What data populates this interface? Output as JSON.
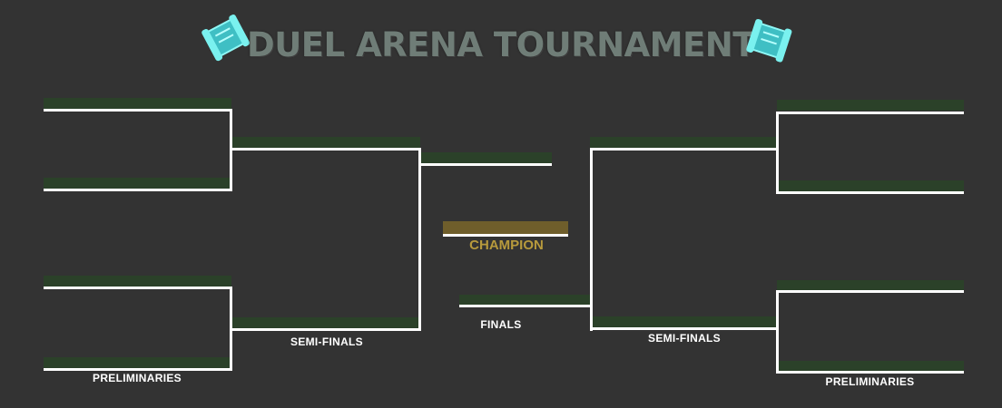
{
  "title": "DUEL ARENA TOURNAMENT",
  "icons": {
    "left": "scroll-banner-icon",
    "right": "scroll-banner-icon"
  },
  "colors": {
    "background": "#333333",
    "slot": "#2b4129",
    "line": "#ffffff",
    "champion_bar": "#6f5e2b",
    "champion_text": "#b79a3c",
    "banner": "#5fe6e6"
  },
  "labels": {
    "preliminaries": "PRELIMINARIES",
    "semi_finals": "SEMI-FINALS",
    "finals": "FINALS",
    "champion": "CHAMPION"
  }
}
